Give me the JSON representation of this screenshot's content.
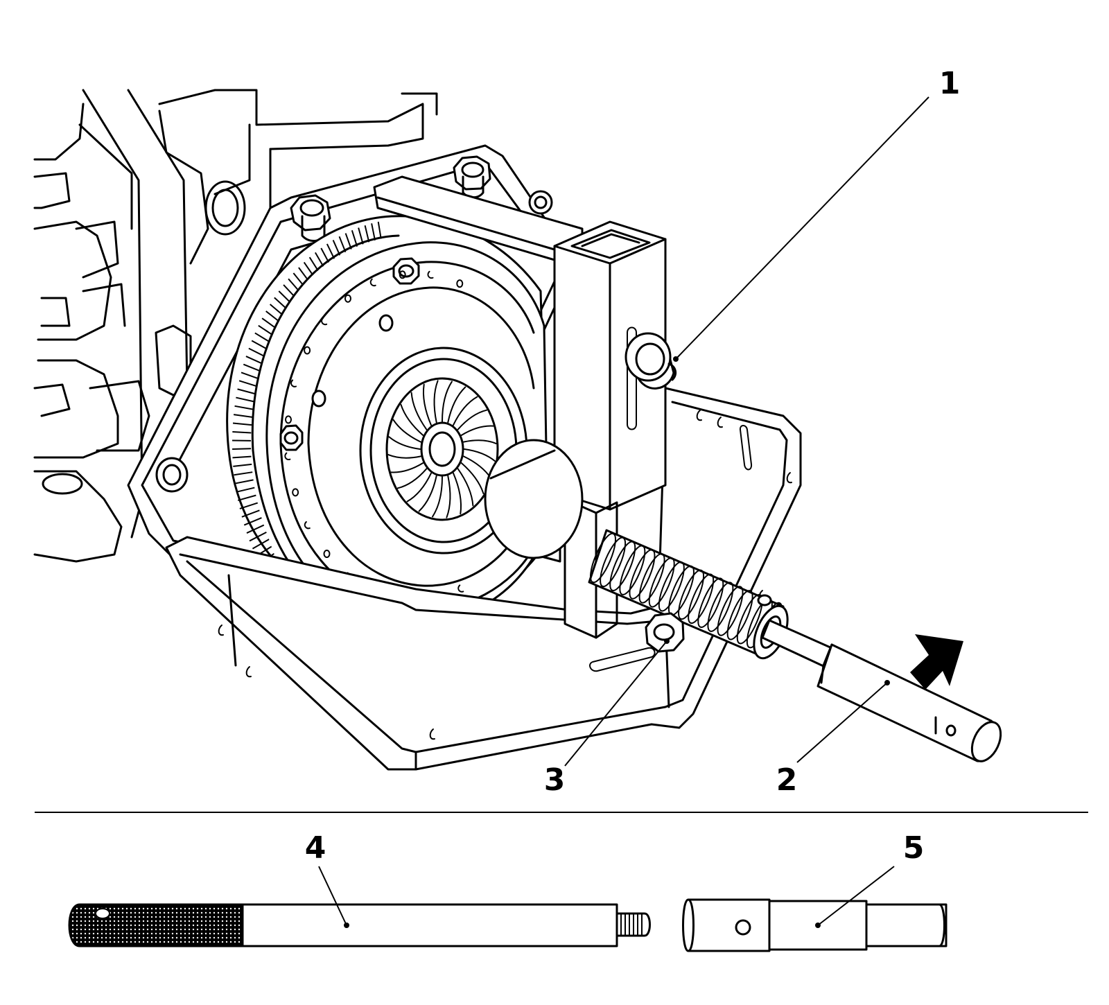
{
  "callouts": {
    "c1": "1",
    "c2": "2",
    "c3": "3",
    "c4": "4",
    "c5": "5"
  },
  "icons": {
    "direction_arrow": "arrow-icon"
  },
  "colors": {
    "line": "#000000",
    "background": "#ffffff"
  }
}
